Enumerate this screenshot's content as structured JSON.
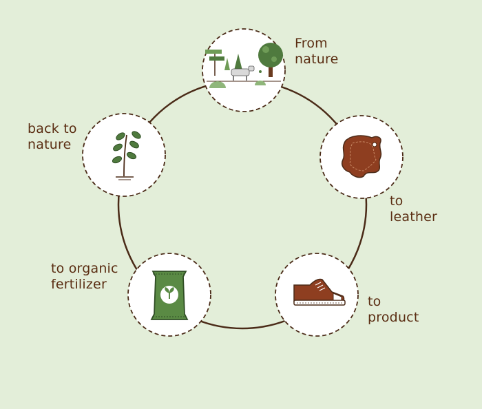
{
  "diagram": {
    "type": "cycle",
    "colors": {
      "background": "#e3eed9",
      "ring": "#4a2a17",
      "node_fill": "#ffffff",
      "node_border": "#4a2a17",
      "label_text": "#5a2d12",
      "leather_brown": "#8e3e20",
      "leaf_green": "#4f7a3e",
      "bag_green": "#5a8a44"
    },
    "steps": [
      {
        "id": "nature",
        "icon": "landscape-cow-icon",
        "lines": [
          "From",
          "nature"
        ]
      },
      {
        "id": "leather",
        "icon": "leather-hide-icon",
        "lines": [
          "to",
          "leather"
        ]
      },
      {
        "id": "product",
        "icon": "shoe-icon",
        "lines": [
          "to",
          "product"
        ]
      },
      {
        "id": "fertilizer",
        "icon": "fertilizer-bag-icon",
        "lines": [
          "to organic",
          "fertilizer"
        ]
      },
      {
        "id": "back",
        "icon": "plant-sprout-icon",
        "lines": [
          "back to",
          "nature"
        ]
      }
    ]
  }
}
